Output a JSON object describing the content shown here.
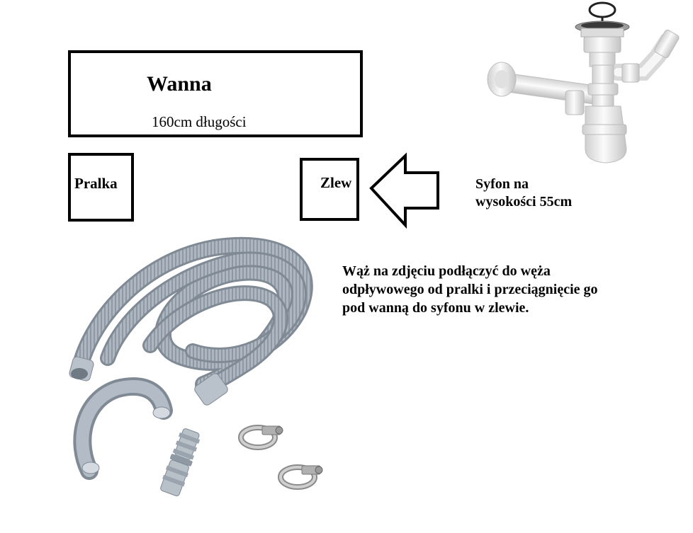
{
  "bathtub": {
    "title": "Wanna",
    "length_text": "160cm długości"
  },
  "washer": {
    "label": "Pralka"
  },
  "sink": {
    "label": "Zlew"
  },
  "siphon": {
    "line1": "Syfon na",
    "line2": "wysokości 55cm"
  },
  "instruction": {
    "line1": "Wąż na zdjęciu podłączyć do węża",
    "line2": "odpływowego od pralki i przeciągnięcie go",
    "line3": "pod wanną do syfonu w zlewie."
  },
  "colors": {
    "hose": "#a9b3bd",
    "hose_dark": "#7f8a95",
    "siphon": "#e3e3e3",
    "metal": "#b8b8b8"
  },
  "icons": [
    "siphon-photo",
    "arrow-left-icon",
    "drain-hose-photo",
    "hose-hook-icon",
    "hose-connector-icon",
    "hose-clamp-icon"
  ]
}
